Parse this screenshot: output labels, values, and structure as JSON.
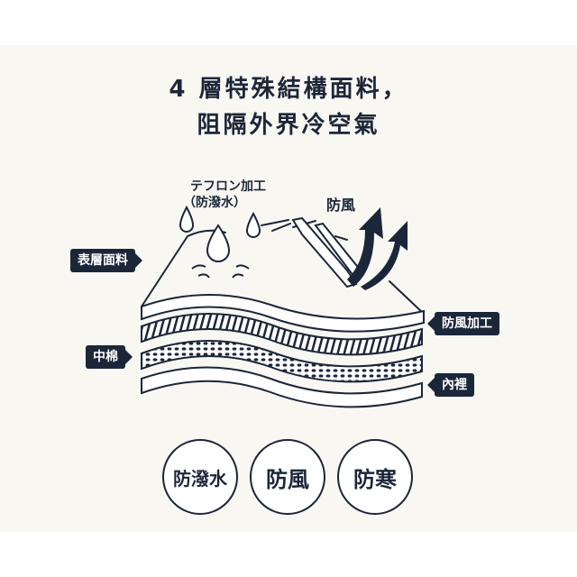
{
  "title_line1": "4 層特殊結構面料，",
  "title_line2": "阻隔外界冷空氣",
  "callouts": {
    "teflon_line1": "テフロン加工",
    "teflon_line2": "（防潑水）",
    "windproof": "防風"
  },
  "tags": {
    "outer": "表層面料",
    "middle": "中棉",
    "wind_layer": "防風加工",
    "lining": "內裡"
  },
  "features": [
    "防潑水",
    "防風",
    "防寒"
  ],
  "colors": {
    "navy": "#1c2639",
    "background": "#f8f7f2"
  }
}
